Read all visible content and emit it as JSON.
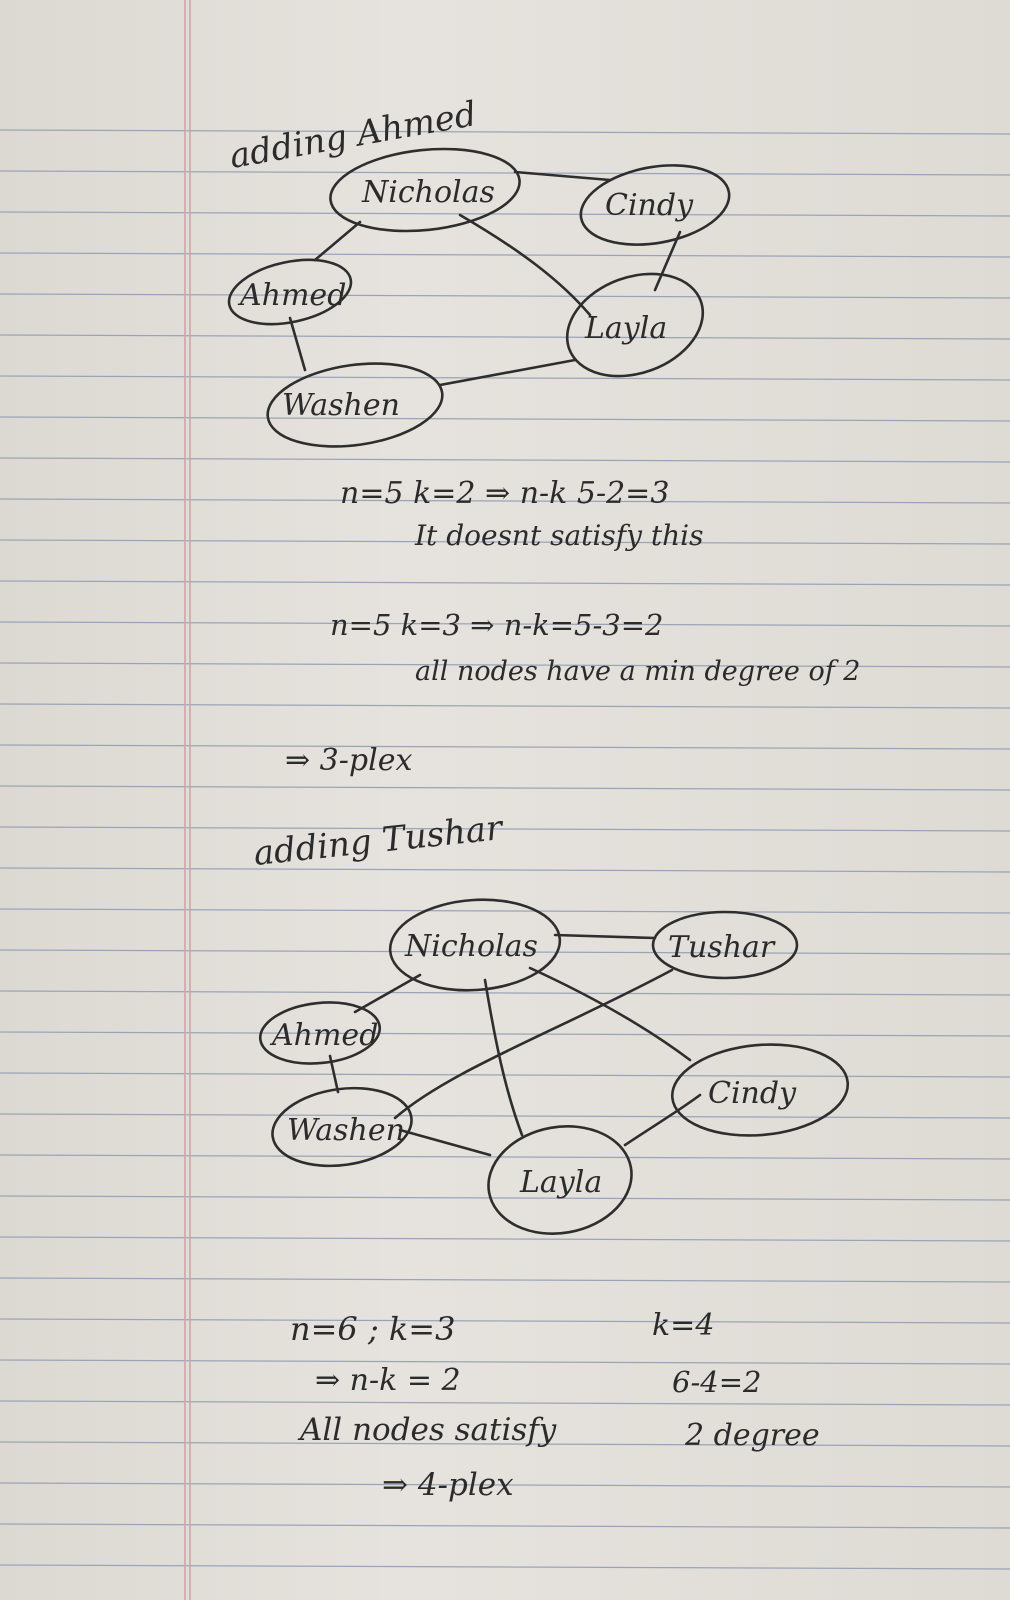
{
  "section1": {
    "heading": "adding Ahmed",
    "nodes": {
      "nicholas": "Nicholas",
      "cindy": "Cindy",
      "ahmed": "Ahmed",
      "layla": "Layla",
      "washen": "Washen"
    },
    "lines": [
      "n=5  k=2  ⇒  n-k 5-2=3",
      "It doesnt satisfy this",
      "n=5   k=3  ⇒   n-k=5-3=2",
      "all nodes have a min degree of 2",
      "⇒ 3-plex"
    ]
  },
  "section2": {
    "heading": "adding Tushar",
    "nodes": {
      "nicholas": "Nicholas",
      "tushar": "Tushar",
      "ahmed": "Ahmed",
      "washen": "Washen",
      "cindy": "Cindy",
      "layla": "Layla"
    },
    "lines": {
      "n_k": "n=6 ; k=3",
      "k4": "k=4",
      "nk2": "⇒ n-k = 2",
      "six_minus": "6-4=2",
      "all_nodes": "All nodes satisfy",
      "two_degree": "2 degree",
      "result": "⇒ 4-plex"
    }
  }
}
